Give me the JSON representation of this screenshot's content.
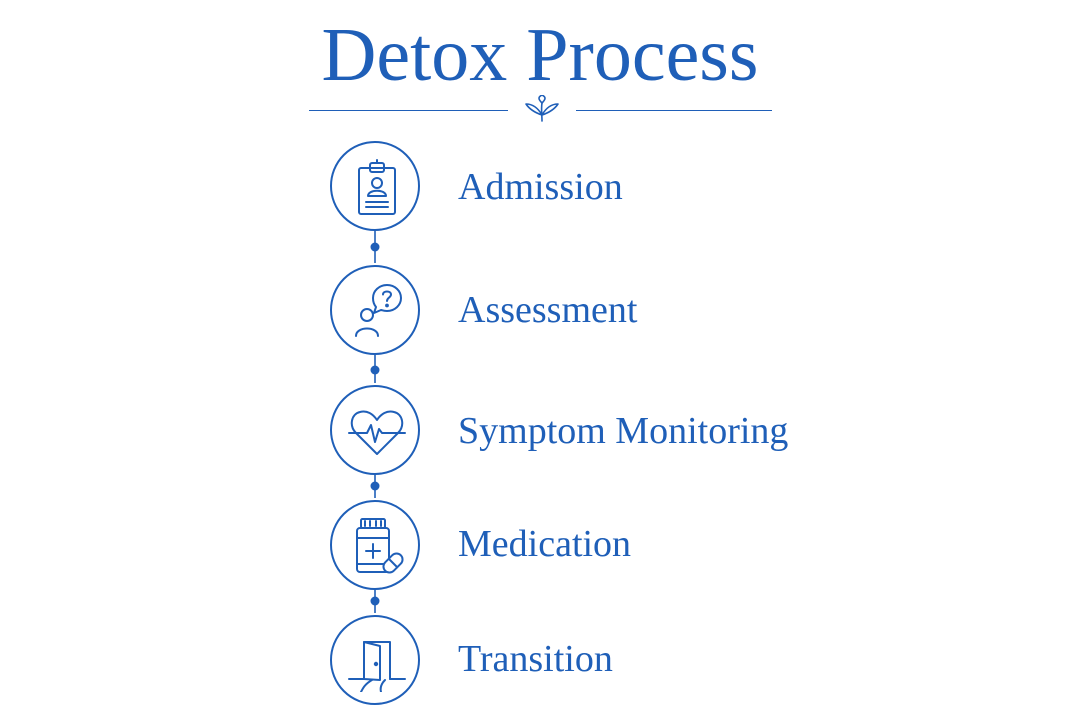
{
  "title": "Detox Process",
  "colors": {
    "primary": "#1f5fb8",
    "background": "#ffffff"
  },
  "ornament_icon": "leaf-sprig-icon",
  "steps": [
    {
      "label": "Admission",
      "icon": "clipboard-person-icon"
    },
    {
      "label": "Assessment",
      "icon": "person-question-icon"
    },
    {
      "label": "Symptom Monitoring",
      "icon": "heart-pulse-icon"
    },
    {
      "label": "Medication",
      "icon": "medicine-bottle-pill-icon"
    },
    {
      "label": "Transition",
      "icon": "door-path-icon"
    }
  ]
}
